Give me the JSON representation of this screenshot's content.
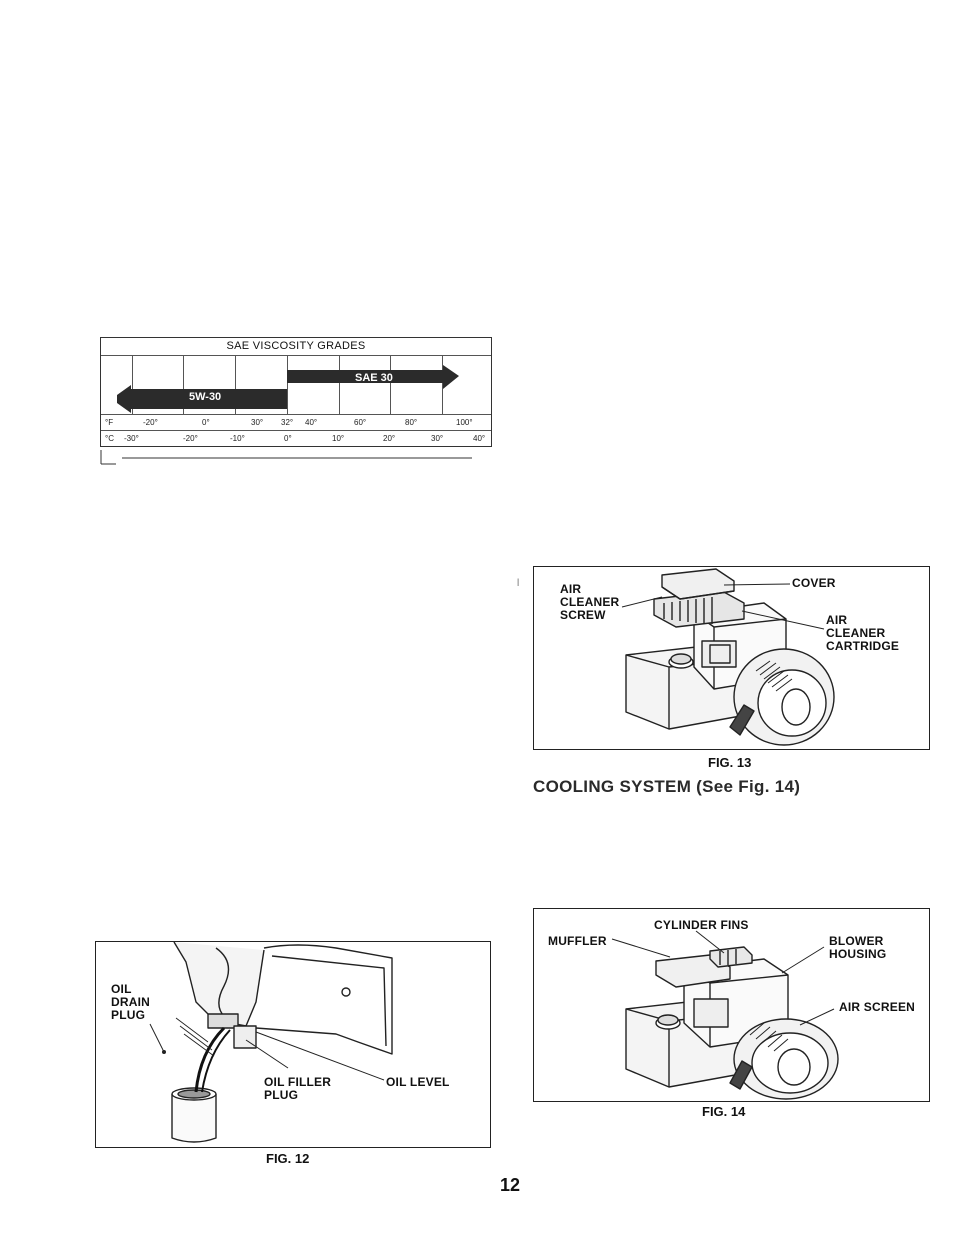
{
  "viscosity_chart": {
    "title": "SAE VISCOSITY GRADES",
    "arrow_left_label": "5W-30",
    "arrow_right_label": "SAE 30",
    "fahrenheit_unit": "°F",
    "celsius_unit": "°C",
    "fahrenheit_ticks": [
      "-20°",
      "0°",
      "30°",
      "32°",
      "40°",
      "60°",
      "80°",
      "100°"
    ],
    "celsius_ticks": [
      "-30°",
      "-20°",
      "-10°",
      "0°",
      "10°",
      "20°",
      "30°",
      "40°"
    ],
    "colors": {
      "arrow_fill": "#2b2b2b",
      "arrow_text": "#ffffff"
    }
  },
  "fig13": {
    "labels": {
      "air_cleaner_screw": "AIR\nCLEANER\nSCREW",
      "cover": "COVER",
      "air_cleaner_cartridge": "AIR\nCLEANER\nCARTRIDGE"
    },
    "caption": "FIG. 13"
  },
  "cooling_heading": "COOLING SYSTEM (See Fig. 14)",
  "fig14": {
    "labels": {
      "muffler": "MUFFLER",
      "cylinder_fins": "CYLINDER FINS",
      "blower_housing": "BLOWER\nHOUSING",
      "air_screen": "AIR SCREEN"
    },
    "caption": "FIG. 14"
  },
  "fig12": {
    "labels": {
      "oil_drain_plug": "OIL\nDRAIN\nPLUG",
      "oil_filler_plug": "OIL FILLER\nPLUG",
      "oil_level": "OIL LEVEL"
    },
    "caption": "FIG. 12"
  },
  "page_number": "12",
  "margin_mark": "l"
}
